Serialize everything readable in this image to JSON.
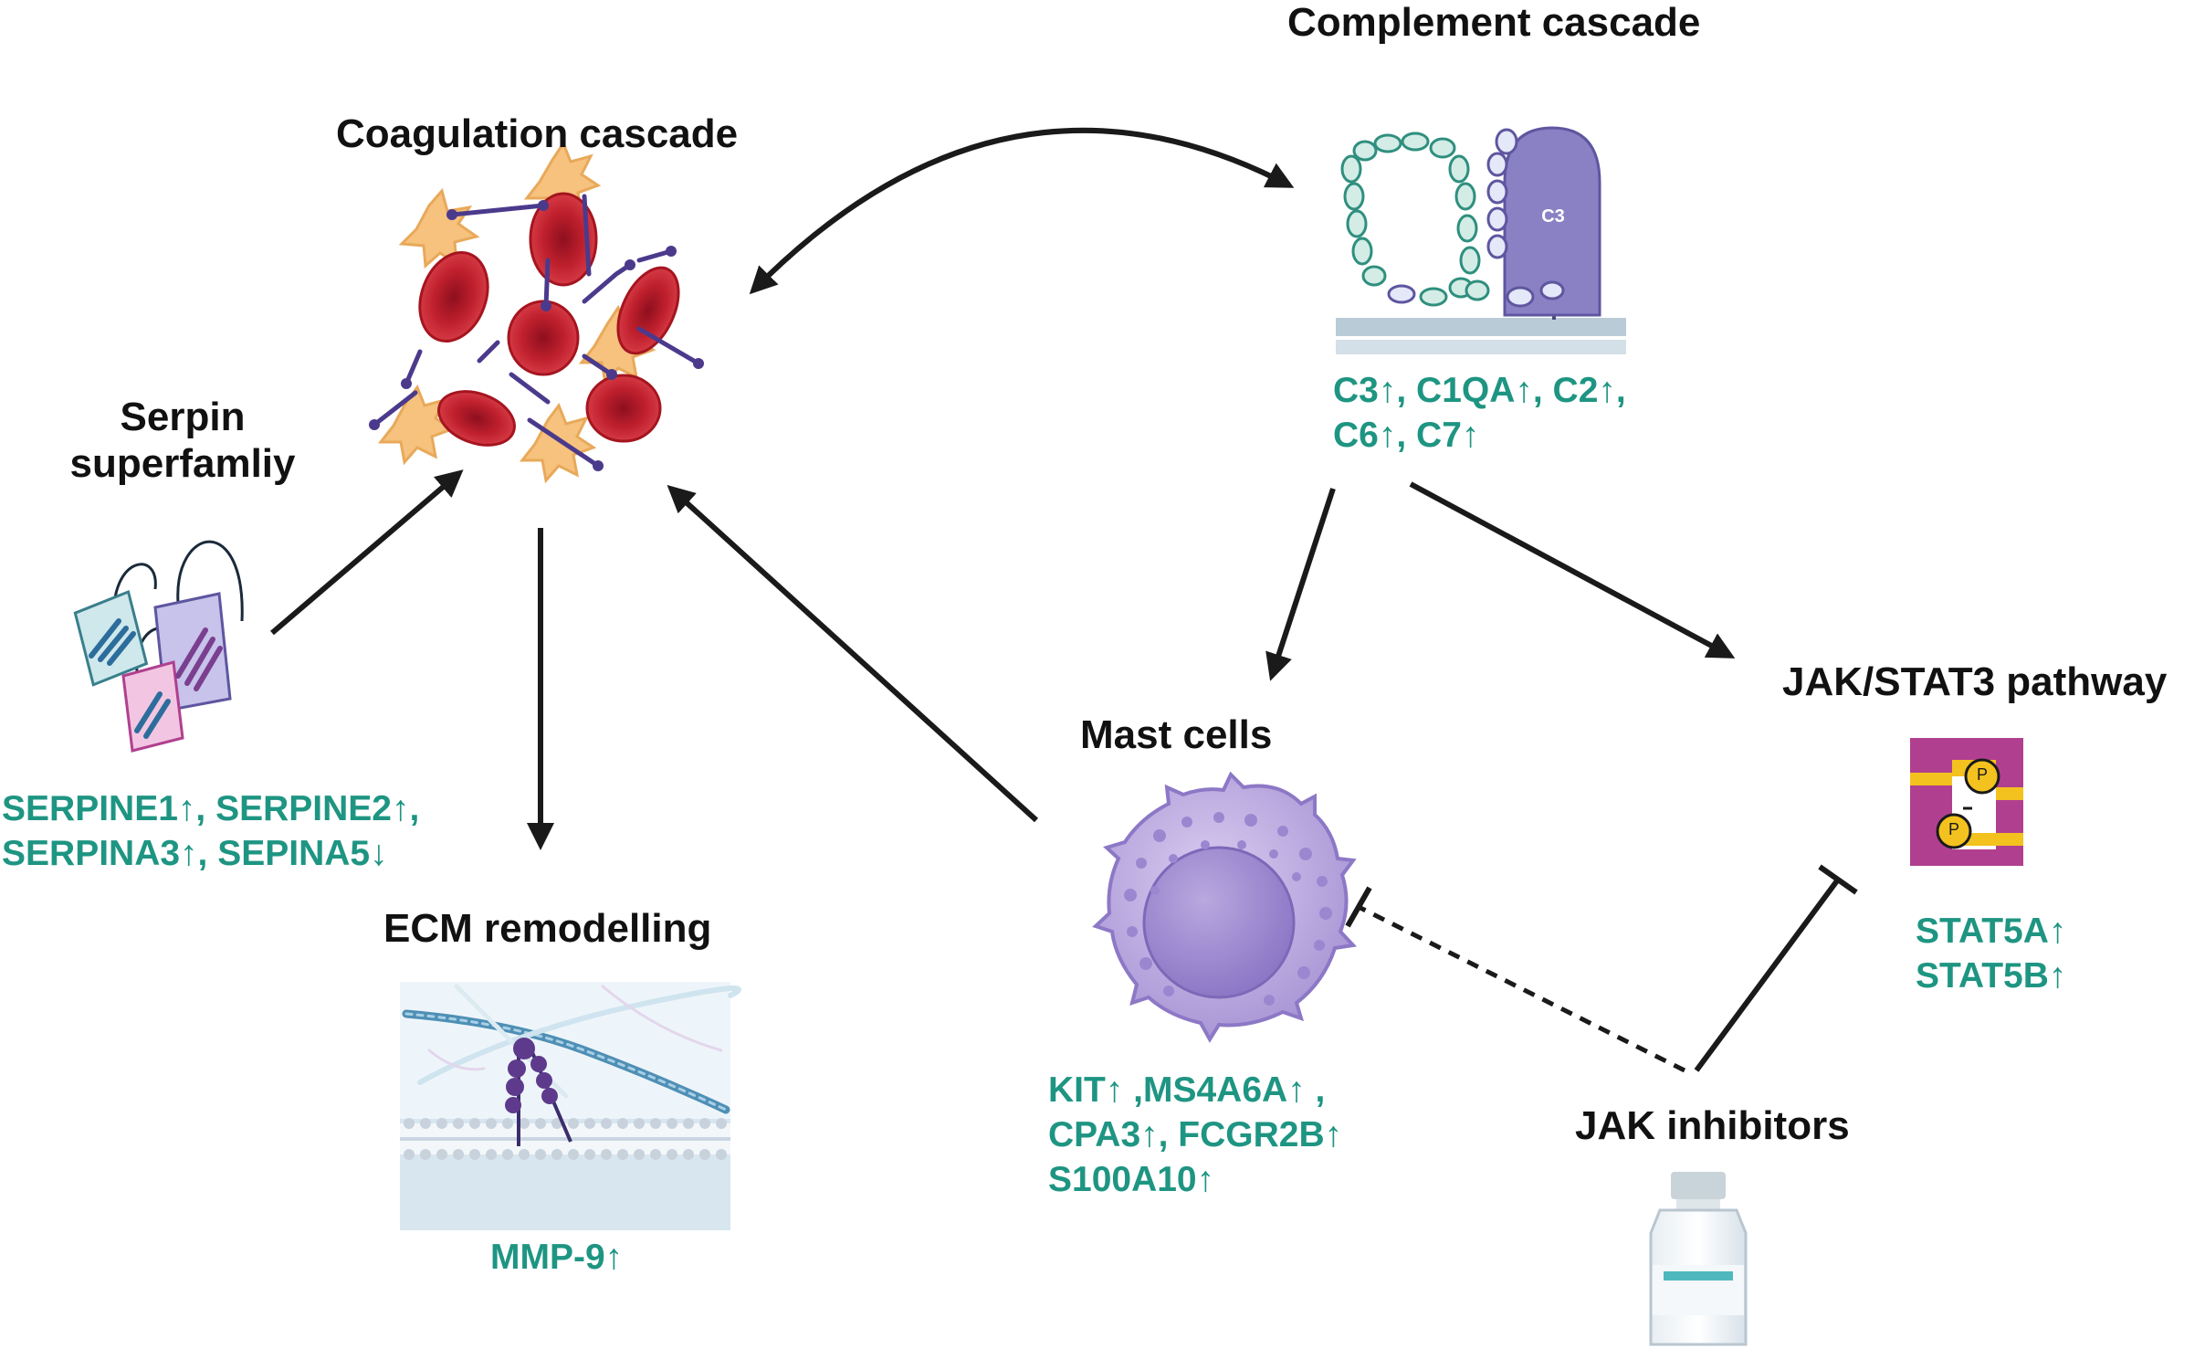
{
  "colors": {
    "gene_text": "#1e9582",
    "title_text": "#111111",
    "arrow": "#1a1a1a",
    "rbc": "#c0202d",
    "platelet": "#f6c27e",
    "fibrin": "#4b3a8c",
    "c3": "#8a80c4",
    "complement_ring": "#2f8f7e",
    "mast_cell": "#b7a6dc",
    "stat": "#b0408f",
    "phospho": "#f3c21f"
  },
  "complement": {
    "title": "Complement cascade",
    "protein_label": "C3",
    "genes": [
      "C3↑, C1QA↑, C2↑,",
      "C6↑, C7↑"
    ]
  },
  "coagulation": {
    "title": "Coagulation cascade"
  },
  "serpin": {
    "title_lines": [
      "Serpin",
      "superfamliy"
    ],
    "genes": [
      "SERPINE1↑, SERPINE2↑,",
      "SERPINA3↑, SEPINA5↓"
    ]
  },
  "ecm": {
    "title": "ECM remodelling",
    "genes": [
      "MMP-9↑"
    ]
  },
  "mast": {
    "title": "Mast cells",
    "genes": [
      "KIT↑ ,MS4A6A↑ ,",
      "CPA3↑, FCGR2B↑",
      "S100A10↑"
    ]
  },
  "jak_stat": {
    "title": "JAK/STAT3 pathway",
    "phospho_label": "P",
    "genes": [
      "STAT5A↑",
      "STAT5B↑"
    ]
  },
  "jak_inhibitors": {
    "title": "JAK inhibitors"
  },
  "edges": [
    {
      "from": "coagulation",
      "to": "complement",
      "type": "bidirectional"
    },
    {
      "from": "serpin",
      "to": "coagulation",
      "type": "activation"
    },
    {
      "from": "coagulation",
      "to": "ecm",
      "type": "activation"
    },
    {
      "from": "mast",
      "to": "coagulation",
      "type": "activation"
    },
    {
      "from": "complement",
      "to": "mast",
      "type": "activation"
    },
    {
      "from": "complement",
      "to": "jak_stat",
      "type": "activation"
    },
    {
      "from": "jak_inhibitors",
      "to": "mast",
      "type": "inhibition-dashed"
    },
    {
      "from": "jak_inhibitors",
      "to": "jak_stat",
      "type": "inhibition"
    }
  ]
}
